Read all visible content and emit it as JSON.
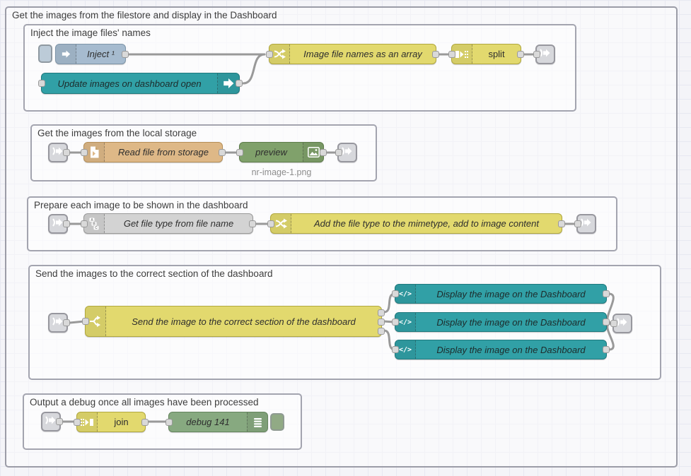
{
  "palette": {
    "canvas_bg": "#f4f4f8",
    "grid_line": "#e7e8f1",
    "group_border": "#a3a4af",
    "wire": "#999999",
    "inject_blue": "#a6bbcf",
    "dashboard_teal": "#31a0a6",
    "function_yellow": "#e2d96e",
    "file_tan": "#deb887",
    "preview_green": "#80a16b",
    "debug_green": "#87a980",
    "neutral_gray": "#d3d3d3"
  },
  "flow": {
    "outer_label": "Get the images from the filestore and display in the Dashboard"
  },
  "groups": {
    "inject": {
      "title": "Inject the image files' names"
    },
    "storage": {
      "title": "Get the images from the local storage"
    },
    "prepare": {
      "title": "Prepare each image to be shown in the dashboard"
    },
    "send": {
      "title": "Send the images to the correct section of the dashboard"
    },
    "output": {
      "title": "Output a debug once all images have been processed"
    }
  },
  "nodes": {
    "inject": {
      "label": "Inject ¹"
    },
    "update": {
      "label": "Update images on dashboard open"
    },
    "filenames": {
      "label": "Image file names as an array"
    },
    "split": {
      "label": "split"
    },
    "readfile": {
      "label": "Read file from storage"
    },
    "preview": {
      "label": "preview",
      "status": "nr-image-1.png"
    },
    "filetype": {
      "label": "Get file type from file name"
    },
    "mimetype": {
      "label": "Add the file type to the mimetype, add to image content"
    },
    "switch": {
      "label": "Send the image to the correct section of the dashboard"
    },
    "display1": {
      "label": "Display the image on the Dashboard"
    },
    "display2": {
      "label": "Display the image on the Dashboard"
    },
    "display3": {
      "label": "Display the image on the Dashboard"
    },
    "join": {
      "label": "join"
    },
    "debug": {
      "label": "debug 141"
    }
  }
}
